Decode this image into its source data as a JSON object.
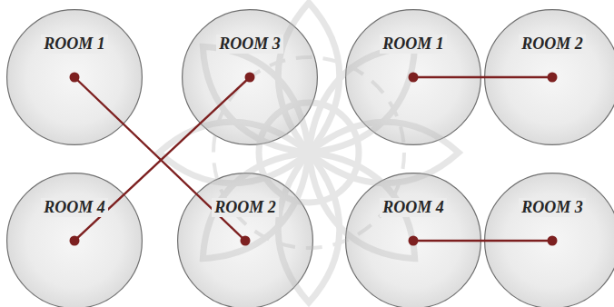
{
  "diagram": {
    "nodes": [
      {
        "text": [
          "ROOM 1"
        ]
      },
      {
        "text": [
          "ROOM 3"
        ]
      },
      {
        "text": [
          "ROOM 1"
        ]
      },
      {
        "text": [
          "ROOM 2"
        ]
      },
      {
        "text": [
          "ROOM 4"
        ]
      },
      {
        "text": [
          "ROOM 2"
        ]
      },
      {
        "text": [
          "ROOM 4"
        ]
      },
      {
        "text": [
          "ROOM 3"
        ]
      }
    ],
    "edges": [
      {
        "from": 0,
        "to": 5,
        "arrow": "none"
      },
      {
        "from": 1,
        "to": 4,
        "arrow": "none"
      },
      {
        "from": 2,
        "to": 3,
        "arrow": "none"
      },
      {
        "from": 6,
        "to": 7,
        "arrow": "none"
      }
    ]
  }
}
